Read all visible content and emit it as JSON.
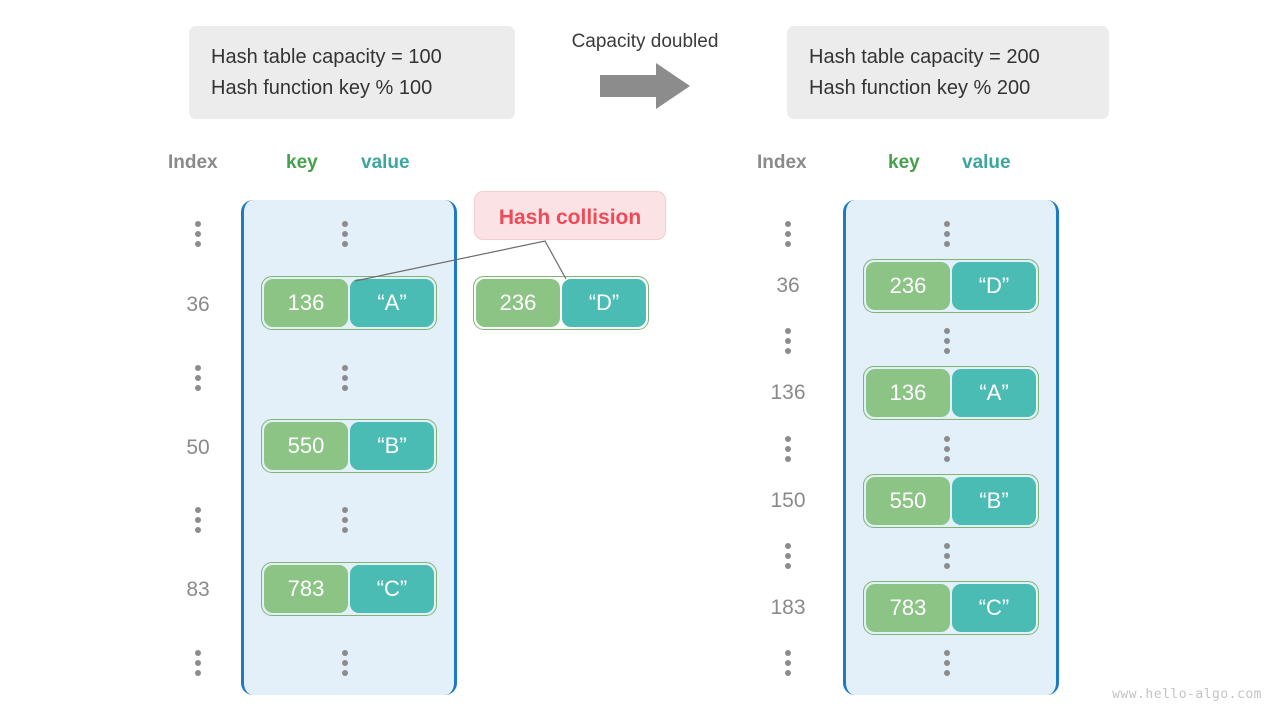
{
  "title": "Hash table capacity doubling / rehash diagram",
  "colors": {
    "caption_bg": "#ececec",
    "container_fill": "#e3f0fa",
    "container_border": "#1f7ac4",
    "key_cell": "#8cc486",
    "value_cell": "#4bbcb4",
    "pair_border": "#7db572",
    "index_text": "#8a8a8a",
    "key_header": "#47a04b",
    "value_header": "#3da79f",
    "collision_bg": "#fbe2e4",
    "collision_text": "#ee4a58",
    "arrow_fill": "#8c8c8c",
    "dots": "#8c8c8c",
    "watermark": "#c4c4c4"
  },
  "left_panel": {
    "caption": {
      "line1": "Hash table capacity = 100",
      "line2": "Hash function key % 100"
    },
    "headers": {
      "index": "Index",
      "key": "key",
      "value": "value"
    },
    "rows": [
      {
        "kind": "ellipsis",
        "index": "",
        "key": "",
        "value": ""
      },
      {
        "kind": "entry",
        "index": "36",
        "key": "136",
        "value": "“A”"
      },
      {
        "kind": "ellipsis",
        "index": "",
        "key": "",
        "value": ""
      },
      {
        "kind": "entry",
        "index": "50",
        "key": "550",
        "value": "“B”"
      },
      {
        "kind": "ellipsis",
        "index": "",
        "key": "",
        "value": ""
      },
      {
        "kind": "entry",
        "index": "83",
        "key": "783",
        "value": "“C”"
      },
      {
        "kind": "ellipsis",
        "index": "",
        "key": "",
        "value": ""
      }
    ]
  },
  "transition": {
    "label": "Capacity doubled",
    "icon": "right-arrow-icon"
  },
  "collision": {
    "label": "Hash collision",
    "pending_entry": {
      "key": "236",
      "value": "“D”"
    }
  },
  "right_panel": {
    "caption": {
      "line1": "Hash table capacity = 200",
      "line2": "Hash function key % 200"
    },
    "headers": {
      "index": "Index",
      "key": "key",
      "value": "value"
    },
    "rows": [
      {
        "kind": "ellipsis",
        "index": "",
        "key": "",
        "value": ""
      },
      {
        "kind": "entry",
        "index": "36",
        "key": "236",
        "value": "“D”"
      },
      {
        "kind": "ellipsis",
        "index": "",
        "key": "",
        "value": ""
      },
      {
        "kind": "entry",
        "index": "136",
        "key": "136",
        "value": "“A”"
      },
      {
        "kind": "ellipsis",
        "index": "",
        "key": "",
        "value": ""
      },
      {
        "kind": "entry",
        "index": "150",
        "key": "550",
        "value": "“B”"
      },
      {
        "kind": "ellipsis",
        "index": "",
        "key": "",
        "value": ""
      },
      {
        "kind": "entry",
        "index": "183",
        "key": "783",
        "value": "“C”"
      },
      {
        "kind": "ellipsis",
        "index": "",
        "key": "",
        "value": ""
      }
    ]
  },
  "watermark": "www.hello-algo.com"
}
